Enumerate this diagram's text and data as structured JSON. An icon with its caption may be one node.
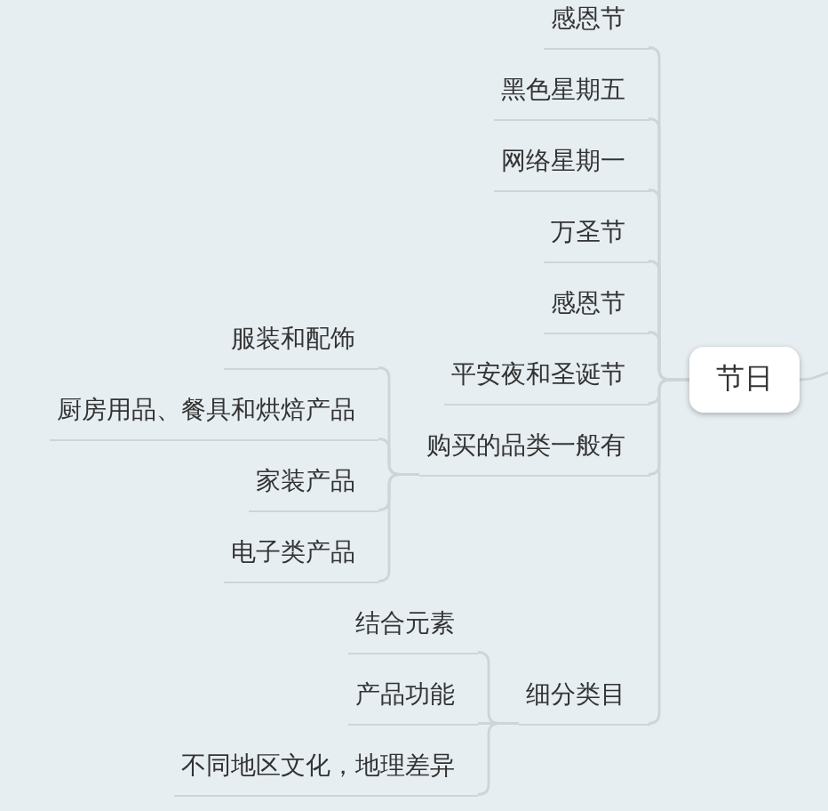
{
  "diagram": {
    "nodes": [
      {
        "text": [
          "节日"
        ]
      },
      {
        "text": [
          "感恩节"
        ]
      },
      {
        "text": [
          "黑色星期五"
        ]
      },
      {
        "text": [
          "网络星期一"
        ]
      },
      {
        "text": [
          "万圣节"
        ]
      },
      {
        "text": [
          "感恩节"
        ]
      },
      {
        "text": [
          "平安夜和圣诞节"
        ]
      },
      {
        "text": [
          "购买的品类一般有"
        ]
      },
      {
        "text": [
          "服装和配饰"
        ]
      },
      {
        "text": [
          "厨房用品、餐具和烘焙产品"
        ]
      },
      {
        "text": [
          "家装产品"
        ]
      },
      {
        "text": [
          "电子类产品"
        ]
      },
      {
        "text": [
          "细分类目"
        ]
      },
      {
        "text": [
          "结合元素"
        ]
      },
      {
        "text": [
          "产品功能"
        ]
      },
      {
        "text": [
          "不同地区文化，地理差异"
        ]
      }
    ],
    "edges": [
      {
        "from": null,
        "to": 0,
        "arrow": "none"
      },
      {
        "from": 0,
        "to": 1,
        "arrow": "none"
      },
      {
        "from": 0,
        "to": 2,
        "arrow": "none"
      },
      {
        "from": 0,
        "to": 3,
        "arrow": "none"
      },
      {
        "from": 0,
        "to": 4,
        "arrow": "none"
      },
      {
        "from": 0,
        "to": 5,
        "arrow": "none"
      },
      {
        "from": 0,
        "to": 6,
        "arrow": "none"
      },
      {
        "from": 0,
        "to": 7,
        "arrow": "none"
      },
      {
        "from": 7,
        "to": 8,
        "arrow": "none"
      },
      {
        "from": 7,
        "to": 9,
        "arrow": "none"
      },
      {
        "from": 7,
        "to": 10,
        "arrow": "none"
      },
      {
        "from": 7,
        "to": 11,
        "arrow": "none"
      },
      {
        "from": 0,
        "to": 12,
        "arrow": "none"
      },
      {
        "from": 12,
        "to": 13,
        "arrow": "none"
      },
      {
        "from": 12,
        "to": 14,
        "arrow": "none"
      },
      {
        "from": 12,
        "to": 15,
        "arrow": "none"
      }
    ]
  }
}
